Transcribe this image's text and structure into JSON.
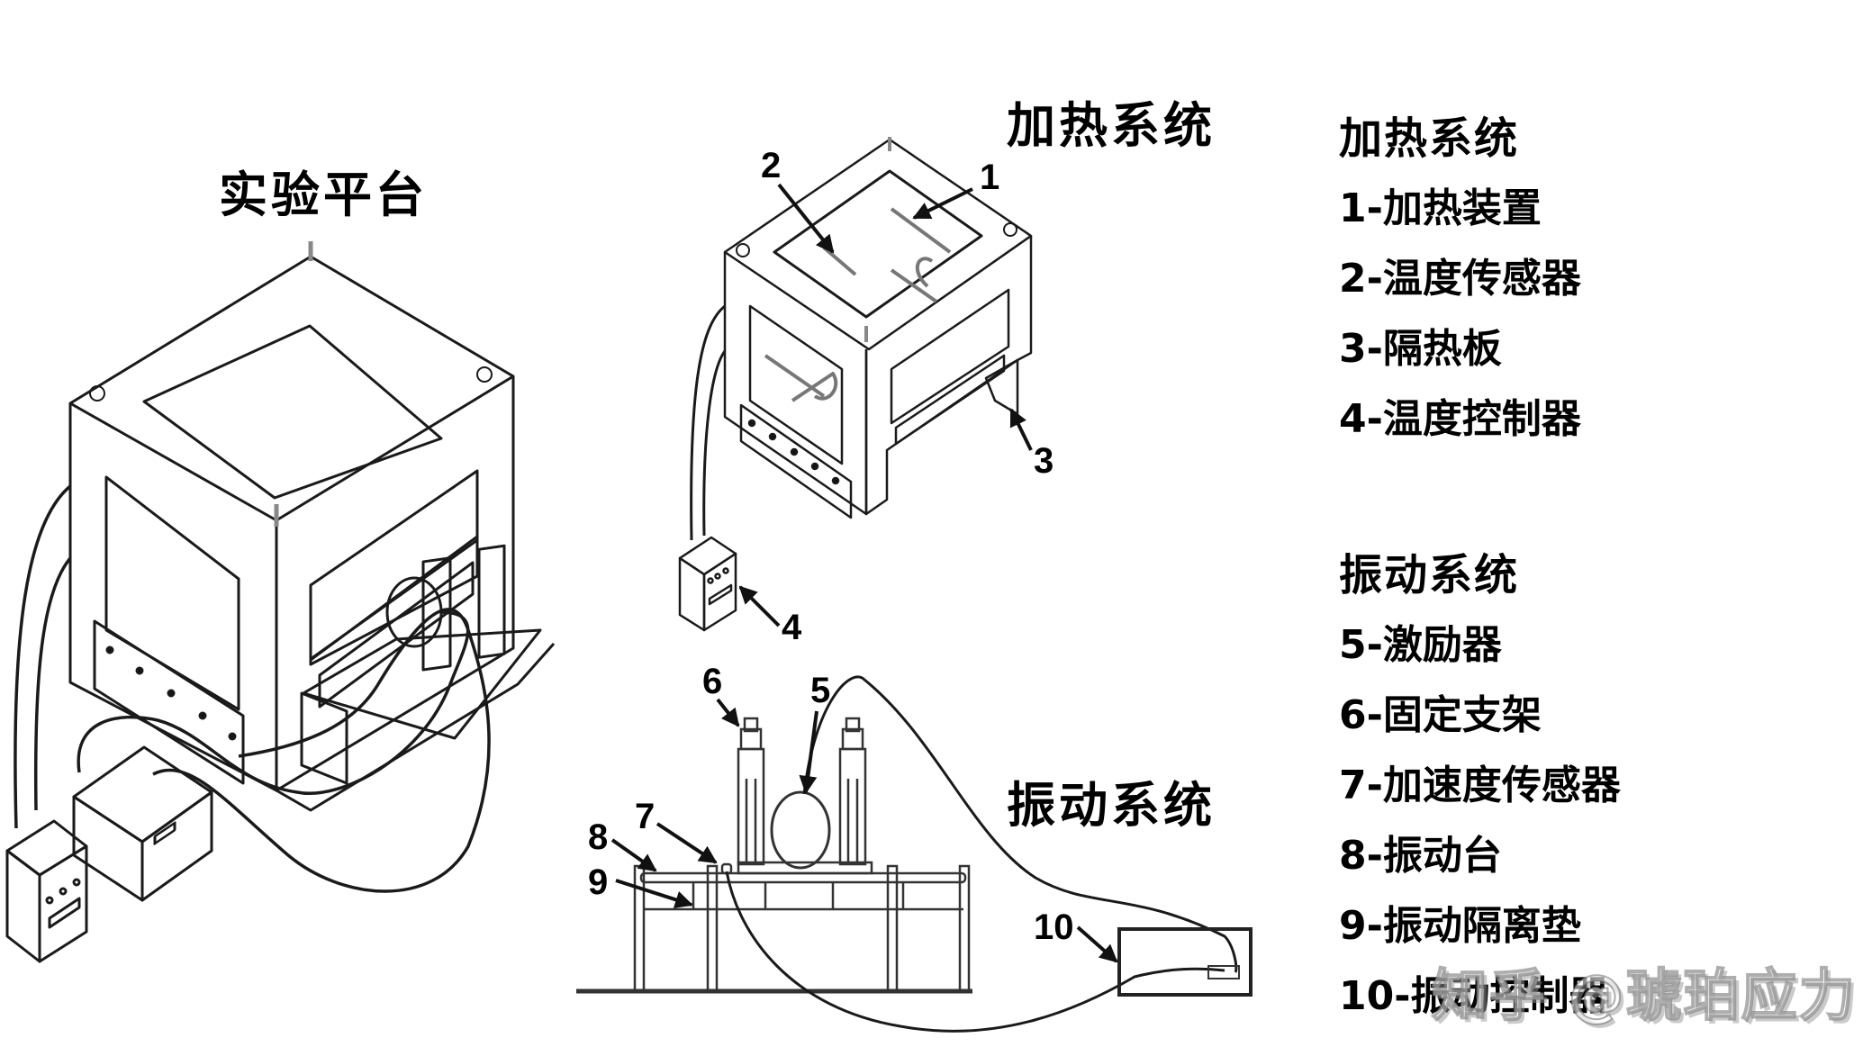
{
  "titles": {
    "experiment_platform": "实验平台",
    "heating_system": "加热系统",
    "vibration_system": "振动系统"
  },
  "callouts": {
    "c1": "1",
    "c2": "2",
    "c3": "3",
    "c4": "4",
    "c5": "5",
    "c6": "6",
    "c7": "7",
    "c8": "8",
    "c9": "9",
    "c10": "10"
  },
  "legend": {
    "heating": {
      "heading": "加热系统",
      "items": [
        "1-加热装置",
        "2-温度传感器",
        "3-隔热板",
        "4-温度控制器"
      ]
    },
    "vibration": {
      "heading": "振动系统",
      "items": [
        "5-激励器",
        "6-固定支架",
        "7-加速度传感器",
        "8-振动台",
        "9-振动隔离垫",
        "10-振动控制器"
      ]
    }
  },
  "watermark": "知乎 @琥珀应力",
  "colors": {
    "line": "#1a1a1a",
    "background": "#ffffff"
  }
}
